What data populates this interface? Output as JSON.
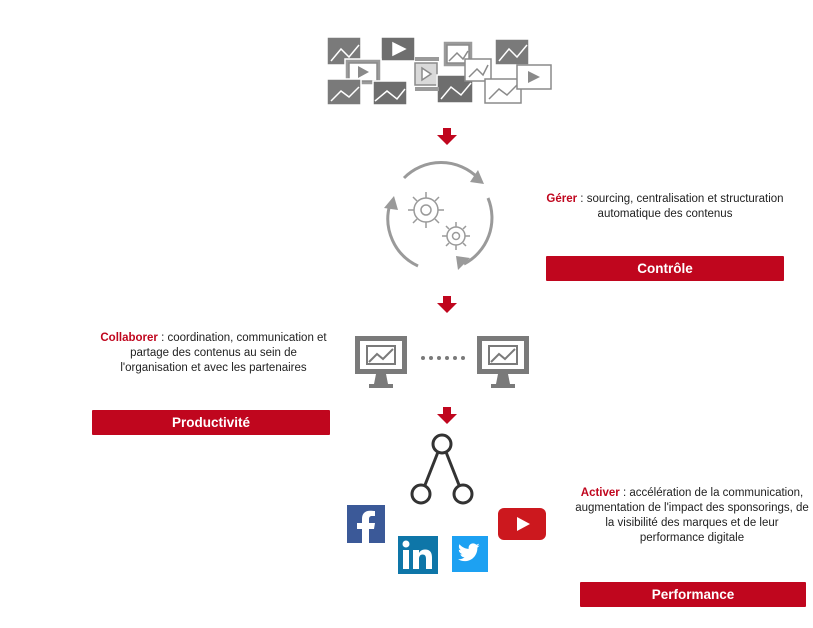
{
  "sections": {
    "gerer": {
      "keyword": "Gérer",
      "text": " : sourcing, centralisation et structuration automatique des contenus",
      "banner": "Contrôle"
    },
    "collaborer": {
      "keyword": "Collaborer",
      "text": " : coordination, communication et partage des contenus au sein de l'organisation et avec les partenaires",
      "banner": "Productivité"
    },
    "activer": {
      "keyword": "Activer",
      "text": " : accélération de la communication, augmentation de l'impact des sponsorings, de la visibilité des marques et de leur performance digitale",
      "banner": "Performance"
    }
  },
  "icons": [
    "media-collage-icon",
    "gears-cycle-icon",
    "monitors-sync-icon",
    "share-network-icon",
    "facebook-icon",
    "linkedin-icon",
    "twitter-icon",
    "youtube-icon"
  ],
  "colors": {
    "accent": "#c0061e",
    "icon_gray": "#8a8a8a",
    "icon_dark": "#6e6e6e",
    "facebook": "#3b5998",
    "linkedin": "#0e76a8",
    "twitter": "#1da1f2",
    "youtube": "#cc181e"
  }
}
